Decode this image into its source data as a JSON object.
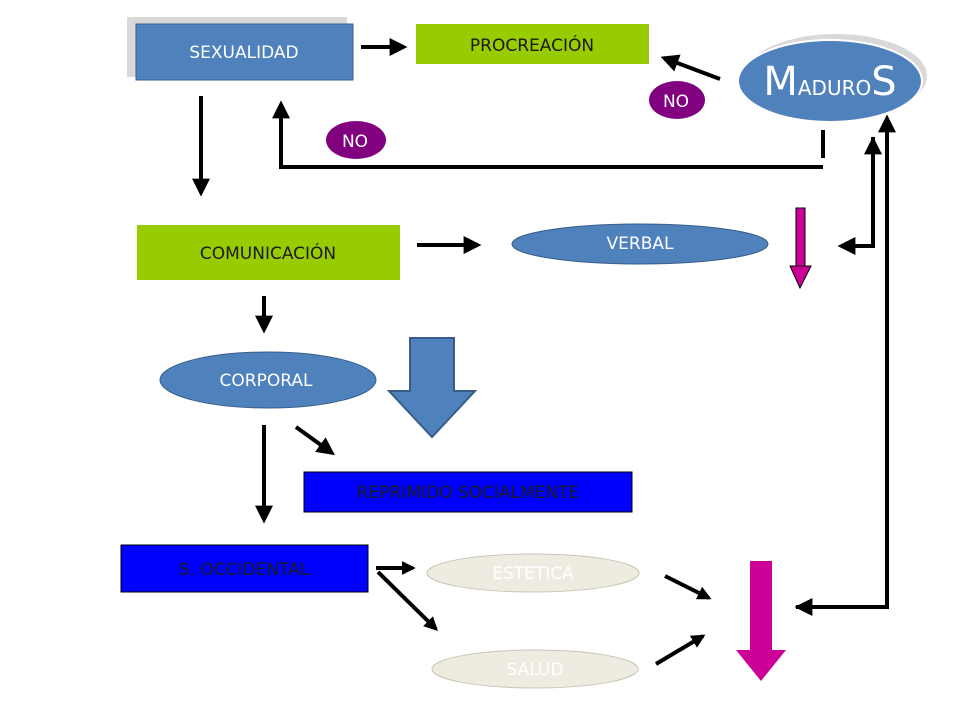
{
  "nodes": {
    "sexualidad": "SEXUALIDAD",
    "procreacion": "PROCREACIÓN",
    "maduros_first": "M",
    "maduros_mid": "ADURO",
    "maduros_last": "S",
    "no_right": "NO",
    "no_left": "NO",
    "comunicacion": "COMUNICACIÓN",
    "verbal": "VERBAL",
    "corporal": "CORPORAL",
    "reprimido": "REPRIMIDO SOCIALMENTE",
    "occidental": "S. OCCIDENTAL",
    "estetica": "ESTETICA",
    "salud": "SALUD"
  },
  "colors": {
    "blue_box": "#4f81bd",
    "green_box": "#99cc00",
    "bright_blue": "#0000ff",
    "purple": "#800080",
    "magenta": "#cc0099",
    "beige": "#eeece1"
  }
}
